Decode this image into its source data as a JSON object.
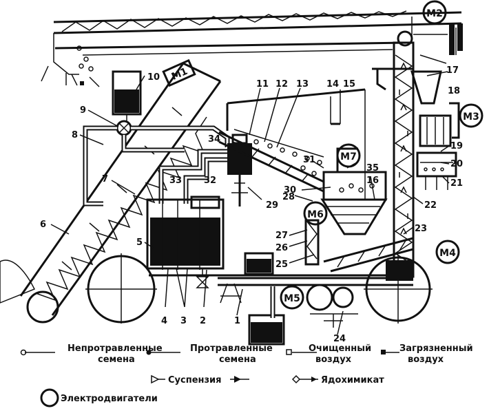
{
  "motors": [
    "М2",
    "М1",
    "М3",
    "М7",
    "М6",
    "М4",
    "М5"
  ],
  "callouts": [
    "1",
    "2",
    "3",
    "4",
    "5",
    "6",
    "7",
    "8",
    "9",
    "10",
    "11",
    "12",
    "13",
    "14",
    "15",
    "16",
    "17",
    "18",
    "19",
    "20",
    "21",
    "22",
    "23",
    "24",
    "25",
    "26",
    "27",
    "28",
    "29",
    "30",
    "31",
    "32",
    "33",
    "34",
    "35"
  ],
  "legend": {
    "untreated": [
      "Непротравленные",
      "семена"
    ],
    "treated": [
      "Протравленные",
      "семена"
    ],
    "clean_air": [
      "Очищенный",
      "воздух"
    ],
    "dirty_air": [
      "Загрязненный",
      "воздух"
    ],
    "suspension": "Суспензия",
    "chemical": "Ядохимикат",
    "motors": "Электродвигатели"
  },
  "colors": {
    "ink": "#111111",
    "paper": "#ffffff"
  }
}
